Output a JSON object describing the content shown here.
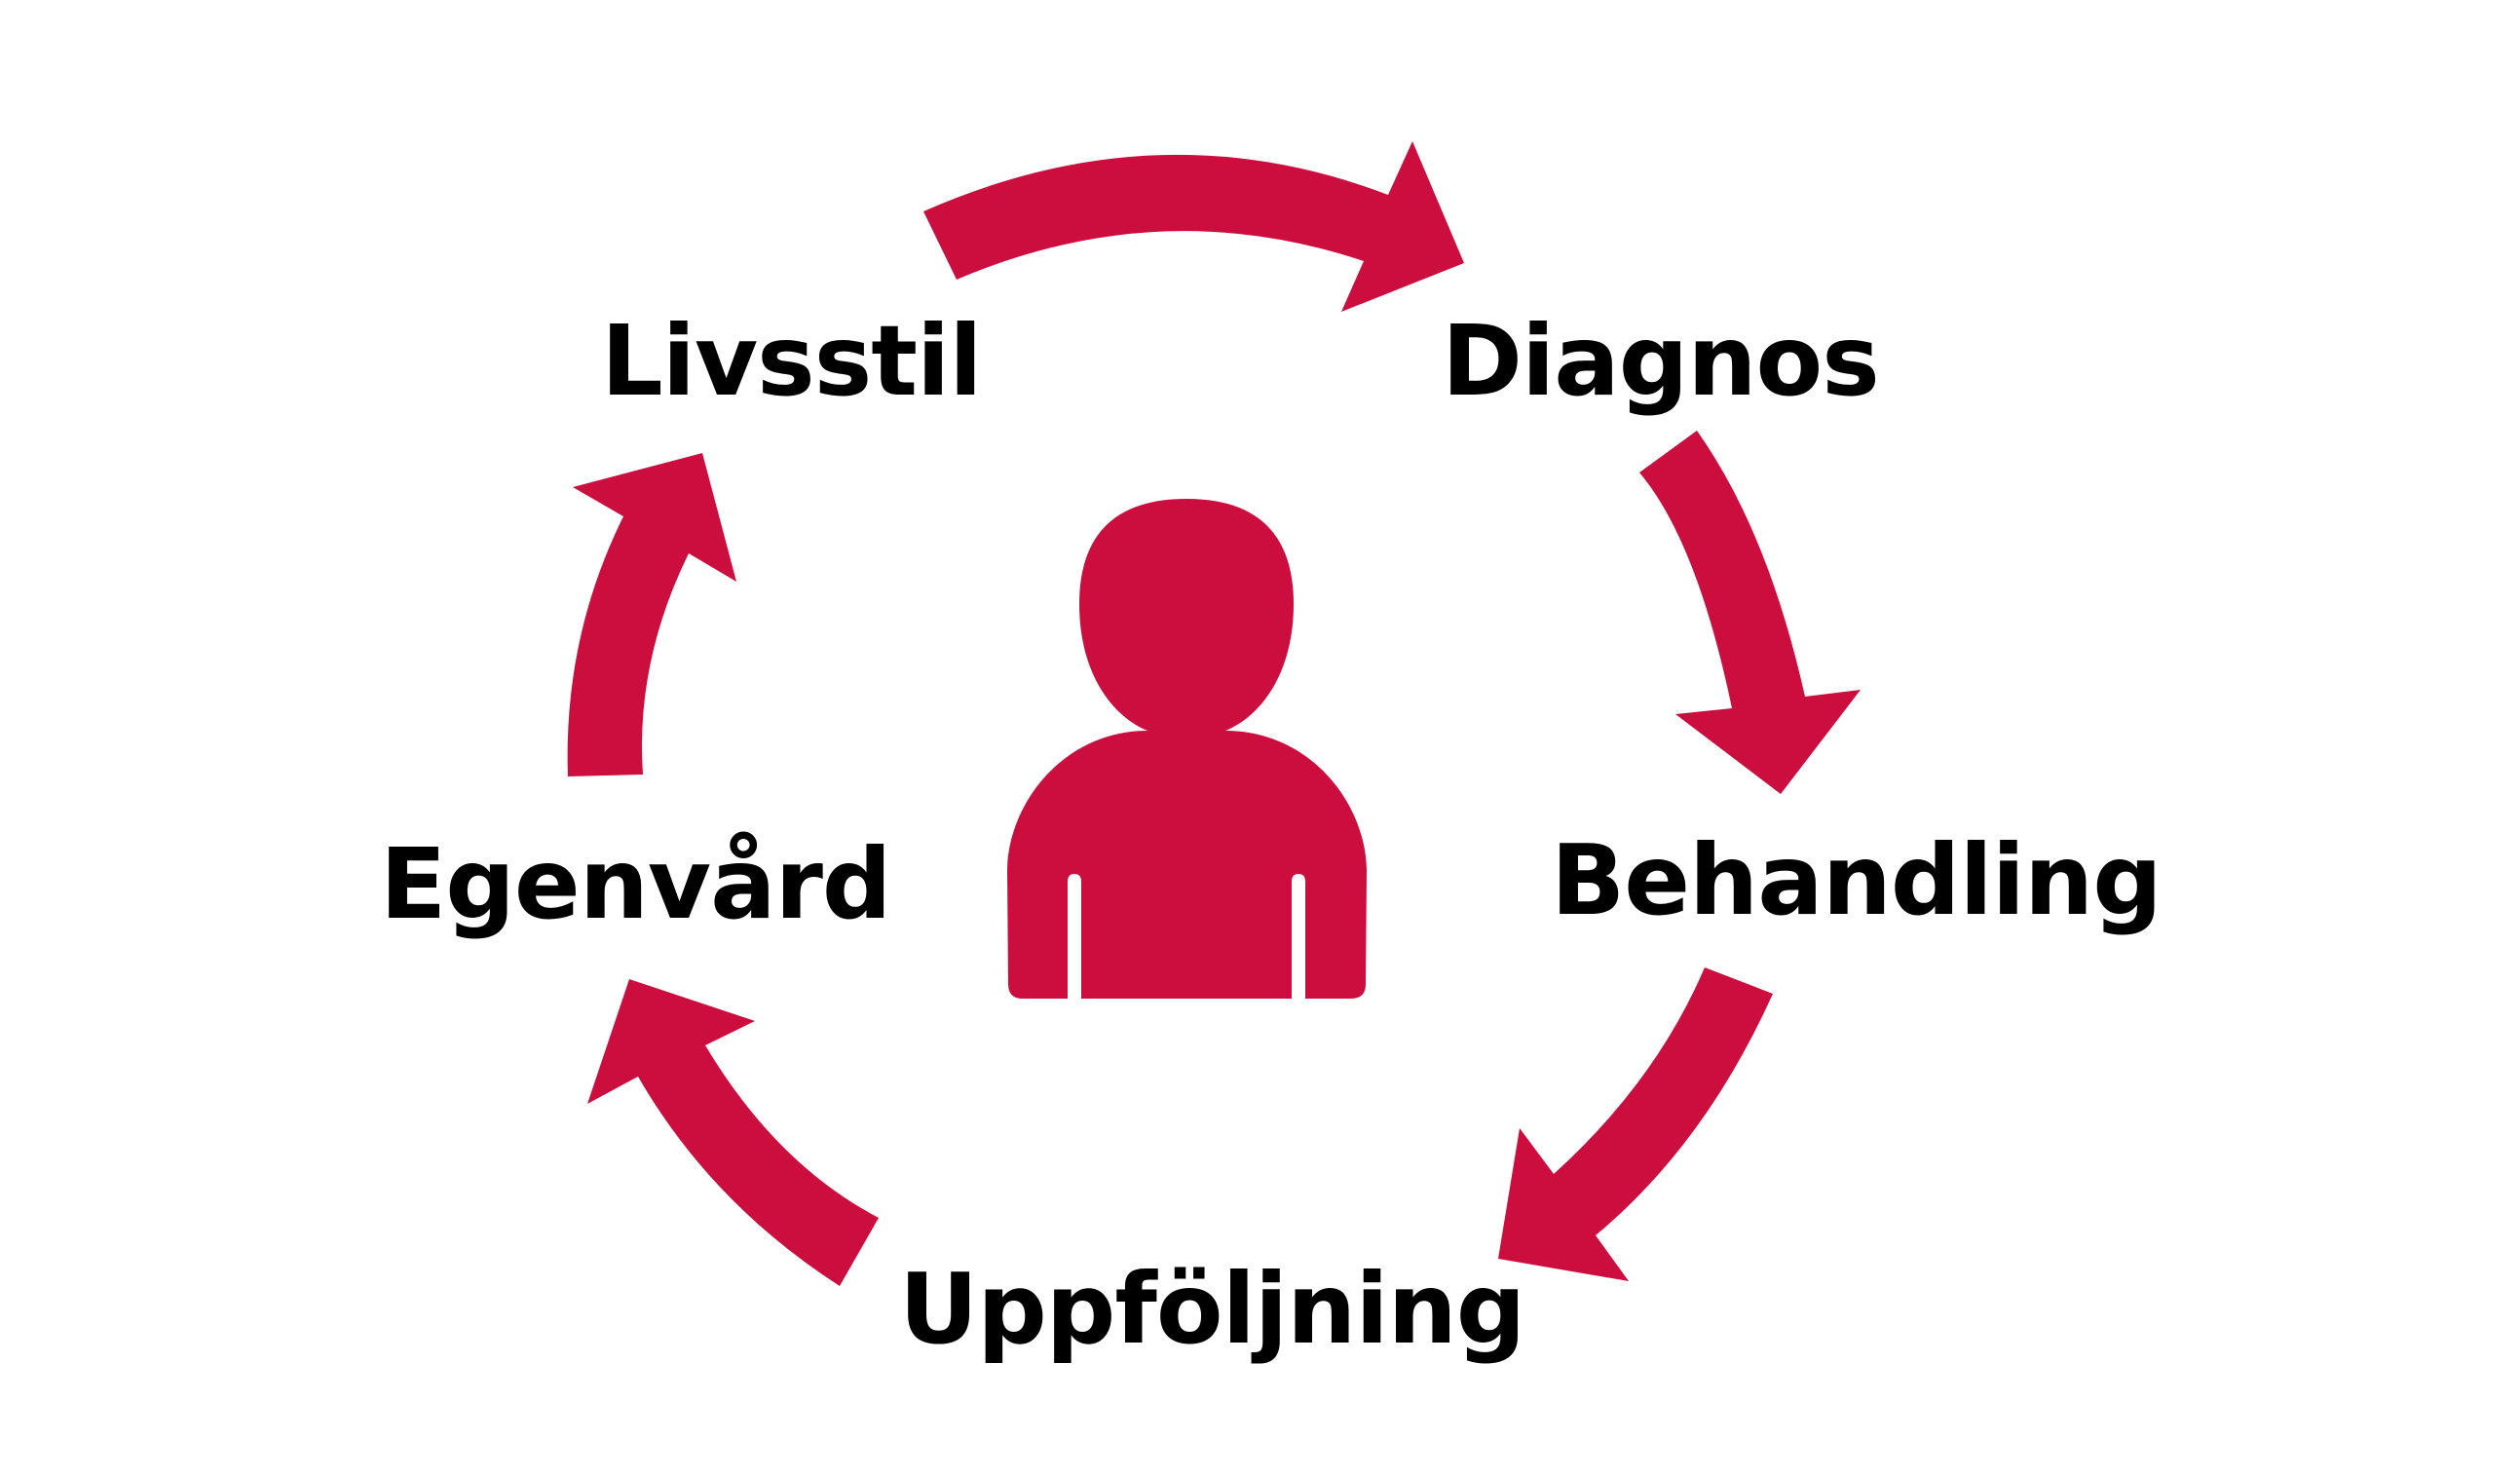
{
  "accent_color": "#cc0e3f",
  "text_color": "#000000",
  "center_icon": "person-icon",
  "cycle": {
    "stages": [
      {
        "id": "livsstil",
        "label": "Livsstil"
      },
      {
        "id": "diagnos",
        "label": "Diagnos"
      },
      {
        "id": "behandling",
        "label": "Behandling"
      },
      {
        "id": "uppfoljning",
        "label": "Uppföljning"
      },
      {
        "id": "egenvard",
        "label": "Egenvård"
      }
    ],
    "arrows": [
      {
        "from": "Livsstil",
        "to": "Diagnos",
        "icon": "arrow-icon"
      },
      {
        "from": "Diagnos",
        "to": "Behandling",
        "icon": "arrow-icon"
      },
      {
        "from": "Behandling",
        "to": "Uppföljning",
        "icon": "arrow-icon"
      },
      {
        "from": "Uppföljning",
        "to": "Egenvård",
        "icon": "arrow-icon"
      },
      {
        "from": "Egenvård",
        "to": "Livsstil",
        "icon": "arrow-icon"
      }
    ]
  }
}
